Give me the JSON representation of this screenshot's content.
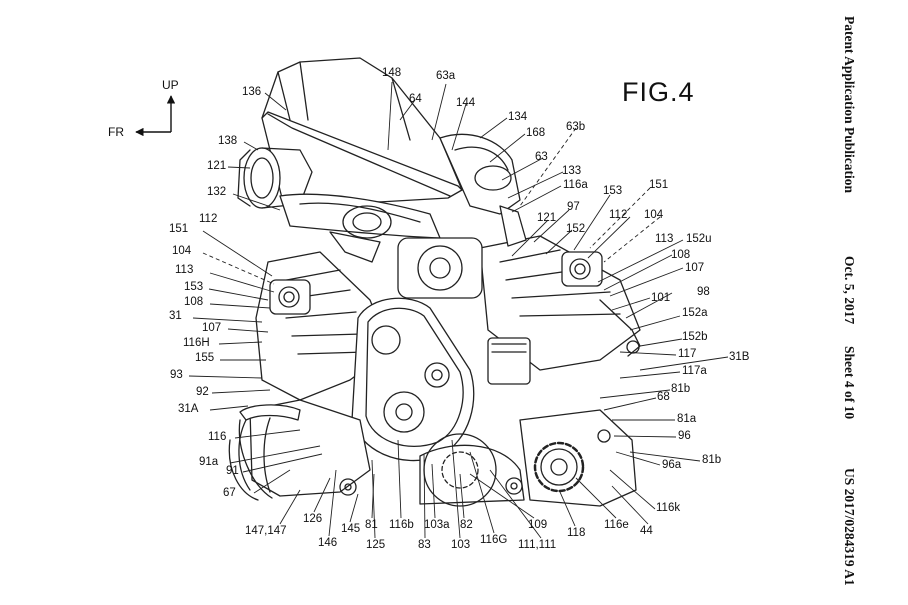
{
  "figure": {
    "label": "FIG.4"
  },
  "header": {
    "publication": "Patent Application Publication",
    "date": "Oct. 5, 2017",
    "sheet": "Sheet 4 of 10",
    "number": "US 2017/0284319 A1"
  },
  "directions": {
    "up": "UP",
    "front": "FR"
  },
  "callouts": {
    "c148": "148",
    "c63a": "63a",
    "c136": "136",
    "c64": "64",
    "c144": "144",
    "c134": "134",
    "c168": "168",
    "c63b": "63b",
    "c138": "138",
    "c63": "63",
    "c121a": "121",
    "c133": "133",
    "c116a": "116a",
    "c153a": "153",
    "c151a": "151",
    "c132": "132",
    "c97": "97",
    "c121b": "121",
    "c112a": "112",
    "c104a": "104",
    "c151b": "151",
    "c112b": "112",
    "c152": "152",
    "c113a": "113",
    "c152u": "152u",
    "c104b": "104",
    "c108a": "108",
    "c107a": "107",
    "c113b": "113",
    "c153b": "153",
    "c101": "101",
    "c108b": "108",
    "c98": "98",
    "c31": "31",
    "c152a": "152a",
    "c107b": "107",
    "c152b": "152b",
    "c116H": "116H",
    "c117": "117",
    "c155": "155",
    "c31B": "31B",
    "c93": "93",
    "c117a": "117a",
    "c92": "92",
    "c81b_a": "81b",
    "c31A": "31A",
    "c68": "68",
    "c81a": "81a",
    "c116": "116",
    "c96": "96",
    "c91a": "91a",
    "c96a": "96a",
    "c91": "91",
    "c81b_b": "81b",
    "c67": "67",
    "c116k": "116k",
    "c147": "147,147",
    "c126": "126",
    "c145": "145",
    "c81": "81",
    "c116b": "116b",
    "c103a": "103a",
    "c82": "82",
    "c109": "109",
    "c118": "118",
    "c116e": "116e",
    "c44": "44",
    "c146": "146",
    "c125": "125",
    "c83": "83",
    "c103": "103",
    "c116G": "116G",
    "c111": "111,111"
  }
}
